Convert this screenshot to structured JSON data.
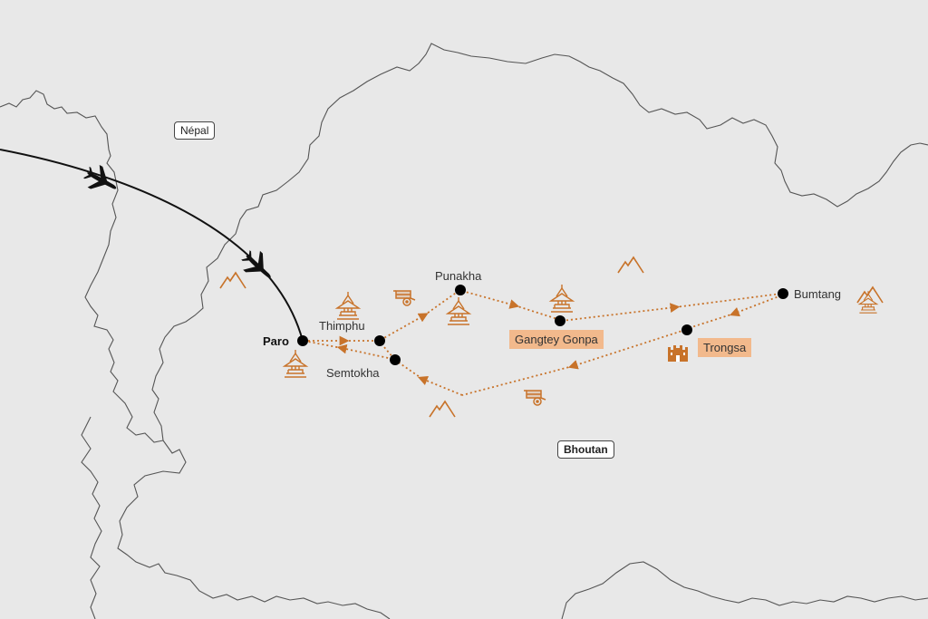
{
  "countries": {
    "nepal": "Népal",
    "bhutan": "Bhoutan"
  },
  "cities": {
    "paro": "Paro",
    "thimphu": "Thimphu",
    "semtokha": "Semtokha",
    "punakha": "Punakha",
    "gangtey": "Gangtey Gonpa",
    "trongsa": "Trongsa",
    "bumtang": "Bumtang"
  },
  "colors": {
    "background": "#e8e8e8",
    "border": "#555555",
    "route": "#c8732a",
    "highlight": "#f2b98c",
    "flight": "#111111"
  },
  "icons": [
    "plane-icon",
    "mountain-icon",
    "temple-icon",
    "cart-icon",
    "castle-icon"
  ]
}
